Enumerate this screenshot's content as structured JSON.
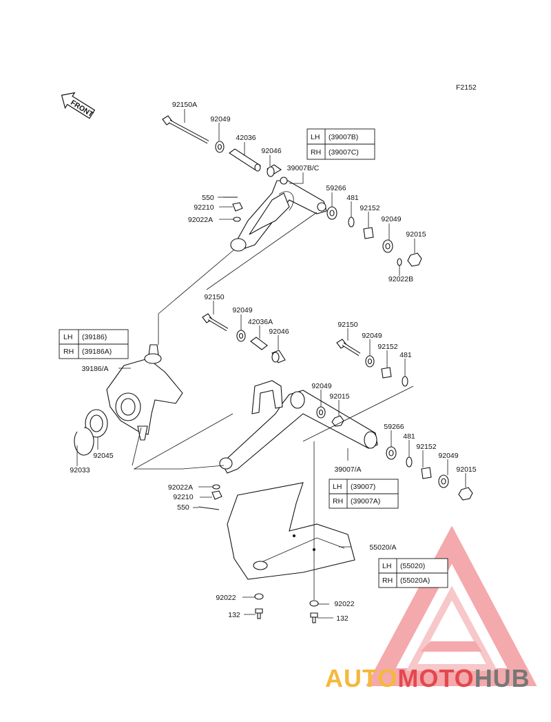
{
  "figure_code": "F2152",
  "front_label": "FRONT",
  "callouts": {
    "c92150A": "92150A",
    "c92049_top": "92049",
    "c42036": "42036",
    "c92046_top": "92046",
    "c39007BC": "39007B/C",
    "c550_top": "550",
    "c92210_top": "92210",
    "c92022A_top": "92022A",
    "c59266_top": "59266",
    "c481_top": "481",
    "c92152_top": "92152",
    "c92049_top2": "92049",
    "c92015_top": "92015",
    "c92022B": "92022B",
    "c92150": "92150",
    "c92049_mid": "92049",
    "c42036A": "42036A",
    "c92046_mid": "92046",
    "c92150_r": "92150",
    "c92049_r": "92049",
    "c92152_r": "92152",
    "c481_r": "481",
    "c39186A": "39186/A",
    "c92049_low": "92049",
    "c92015_low": "92015",
    "c59266_low": "59266",
    "c481_low": "481",
    "c92152_low": "92152",
    "c92049_low2": "92049",
    "c92015_low2": "92015",
    "c92045": "92045",
    "c92033": "92033",
    "c39007A": "39007/A",
    "c92022A_low": "92022A",
    "c92210_low": "92210",
    "c550_low": "550",
    "c55020A": "55020/A",
    "c92022_l": "92022",
    "c132_l": "132",
    "c92022_r": "92022",
    "c132_r": "132"
  },
  "tables": {
    "arm_upper": {
      "lh_label": "LH",
      "lh_part": "(39007B)",
      "rh_label": "RH",
      "rh_part": "(39007C)"
    },
    "knuckle": {
      "lh_label": "LH",
      "lh_part": "(39186)",
      "rh_label": "RH",
      "rh_part": "(39186A)"
    },
    "arm_lower": {
      "lh_label": "LH",
      "lh_part": "(39007)",
      "rh_label": "RH",
      "rh_part": "(39007A)"
    },
    "guard": {
      "lh_label": "LH",
      "lh_part": "(55020)",
      "rh_label": "RH",
      "rh_part": "(55020A)"
    }
  },
  "watermark": {
    "part1": "AUTO",
    "part2": "MOTO",
    "part3": "HUB",
    "color1": "#f5b83a",
    "color2": "#e3484f",
    "color3": "#777777"
  }
}
